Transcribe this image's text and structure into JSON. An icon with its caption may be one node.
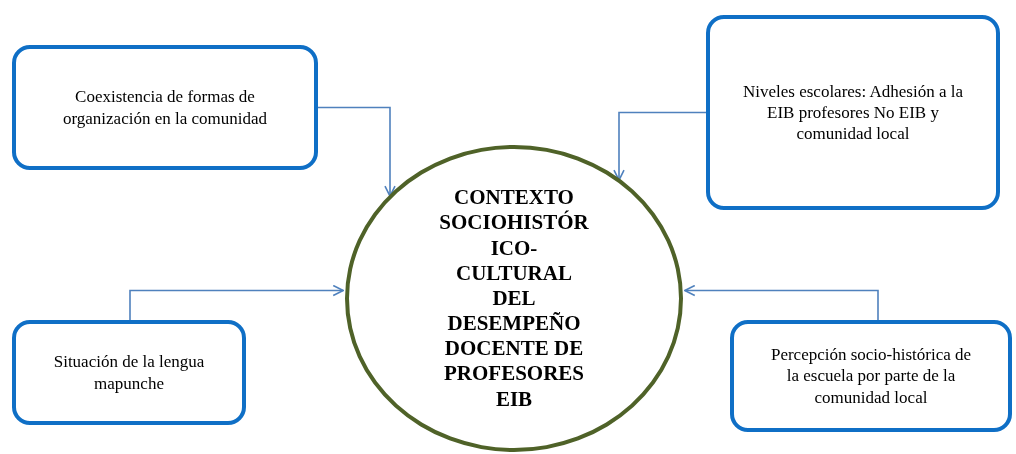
{
  "diagram": {
    "nodes": [
      {
        "text": [
          "CONTEXTO SOCIOHISTÓRICO-CULTURAL DEL DESEMPEÑO DOCENTE DE PROFESORES EIB"
        ]
      },
      {
        "text": [
          "Coexistencia de formas de organización en la comunidad"
        ]
      },
      {
        "text": [
          "Niveles escolares: Adhesión a la EIB profesores No EIB y comunidad local"
        ]
      },
      {
        "text": [
          "Situación de la lengua mapunche"
        ]
      },
      {
        "text": [
          "Percepción socio-histórica de la escuela por parte de la comunidad local"
        ]
      }
    ],
    "edges": [
      {
        "from": 1,
        "to": 0,
        "arrow": "to"
      },
      {
        "from": 2,
        "to": 0,
        "arrow": "to"
      },
      {
        "from": 3,
        "to": 0,
        "arrow": "to"
      },
      {
        "from": 4,
        "to": 0,
        "arrow": "to"
      }
    ]
  }
}
